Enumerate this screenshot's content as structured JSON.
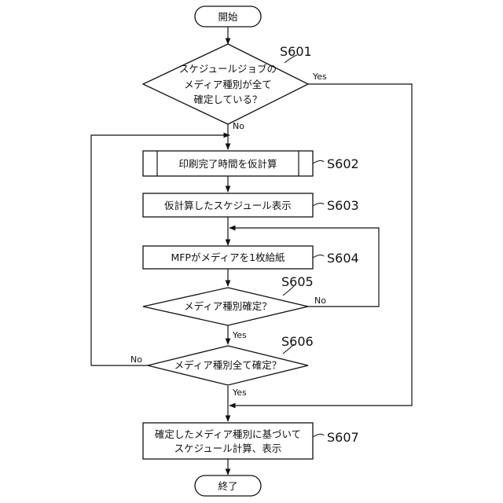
{
  "start": "開始",
  "end": "終了",
  "steps": {
    "s601": {
      "id": "S601",
      "lines": [
        "スケジュールジョブの",
        "メディア種別が全て",
        "確定している？"
      ]
    },
    "s602": {
      "id": "S602",
      "text": "印刷完了時間を仮計算"
    },
    "s603": {
      "id": "S603",
      "text": "仮計算したスケジュール表示"
    },
    "s604": {
      "id": "S604",
      "text": "MFPがメディアを1枚給紙"
    },
    "s605": {
      "id": "S605",
      "text": "メディア種別確定？"
    },
    "s606": {
      "id": "S606",
      "text": "メディア種別全て確定？"
    },
    "s607": {
      "id": "S607",
      "lines": [
        "確定したメディア種別に基づいて",
        "スケジュール計算、表示"
      ]
    }
  },
  "edges": {
    "s601_yes": "Yes",
    "s601_no": "No",
    "s605_yes": "Yes",
    "s605_no": "No",
    "s606_yes": "Yes",
    "s606_no": "No"
  }
}
